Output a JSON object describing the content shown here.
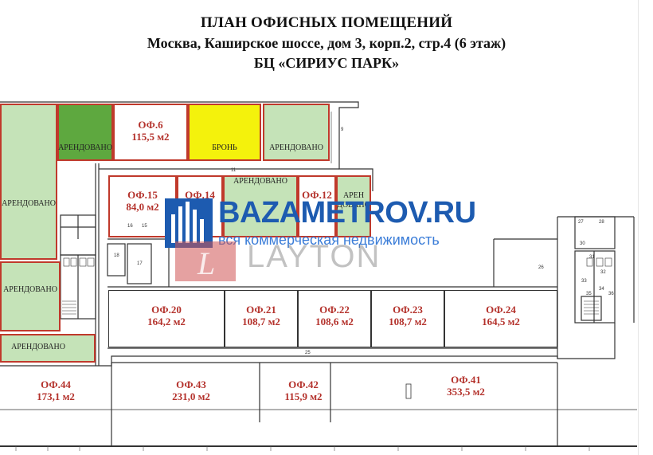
{
  "header": {
    "title": "ПЛАН ОФИСНЫХ ПОМЕЩЕНИЙ",
    "address": "Москва, Каширское шоссе, дом 3, корп.2, стр.4 (6 этаж)",
    "building": "БЦ «СИРИУС ПАРК»"
  },
  "colors": {
    "rented_light": "#c5e3b8",
    "rented_dark": "#5ea83f",
    "reserved": "#f4f20c",
    "label_red": "#b4322c",
    "wall": "#333333",
    "office_border": "#c0392b"
  },
  "status": {
    "rented": "АРЕНДОВАНО",
    "reserved": "БРОНЬ",
    "rented_partial_top": "АРЕН",
    "rented_partial_bottom": "ДОВАНО"
  },
  "offices": [
    {
      "id": "ОФ.6",
      "area": "115,5 м2"
    },
    {
      "id": "ОФ.15",
      "area": "84,0 м2"
    },
    {
      "id": "ОФ.14",
      "area": ""
    },
    {
      "id": "ОФ.12",
      "area": ""
    },
    {
      "id": "ОФ.20",
      "area": "164,2 м2"
    },
    {
      "id": "ОФ.21",
      "area": "108,7 м2"
    },
    {
      "id": "ОФ.22",
      "area": "108,6 м2"
    },
    {
      "id": "ОФ.23",
      "area": "108,7 м2"
    },
    {
      "id": "ОФ.24",
      "area": "164,5 м2"
    },
    {
      "id": "ОФ.44",
      "area": "173,1 м2"
    },
    {
      "id": "ОФ.43",
      "area": "231,0 м2"
    },
    {
      "id": "ОФ.42",
      "area": "115,9 м2"
    },
    {
      "id": "ОФ.41",
      "area": "353,5 м2"
    }
  ],
  "small_numbers": [
    "11",
    "9",
    "25",
    "26",
    "17",
    "18",
    "16",
    "15",
    "27",
    "28",
    "30",
    "31",
    "32",
    "33",
    "34",
    "35",
    "36"
  ],
  "watermark": {
    "brand": "BAZAMETROV.RU",
    "tagline": "вся коммерческая недвижимость",
    "brand2": "LAYTON",
    "logo_letter": "L"
  }
}
